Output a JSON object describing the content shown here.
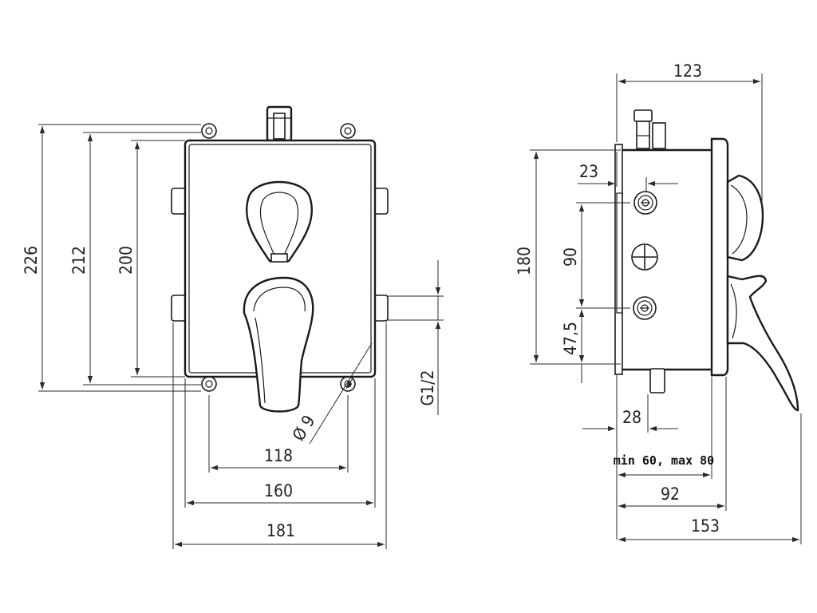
{
  "front_view": {
    "dims": {
      "h226": "226",
      "h212": "212",
      "h200": "200",
      "w118": "118",
      "w160": "160",
      "w181": "181",
      "dia9": "Ø 9",
      "thread": "G1/2"
    }
  },
  "side_view": {
    "dims": {
      "w123": "123",
      "d23": "23",
      "h180": "180",
      "h90": "90",
      "h47_5": "47,5",
      "d28": "28",
      "install_depth": "min 60, max 80",
      "w92": "92",
      "w153": "153"
    }
  }
}
